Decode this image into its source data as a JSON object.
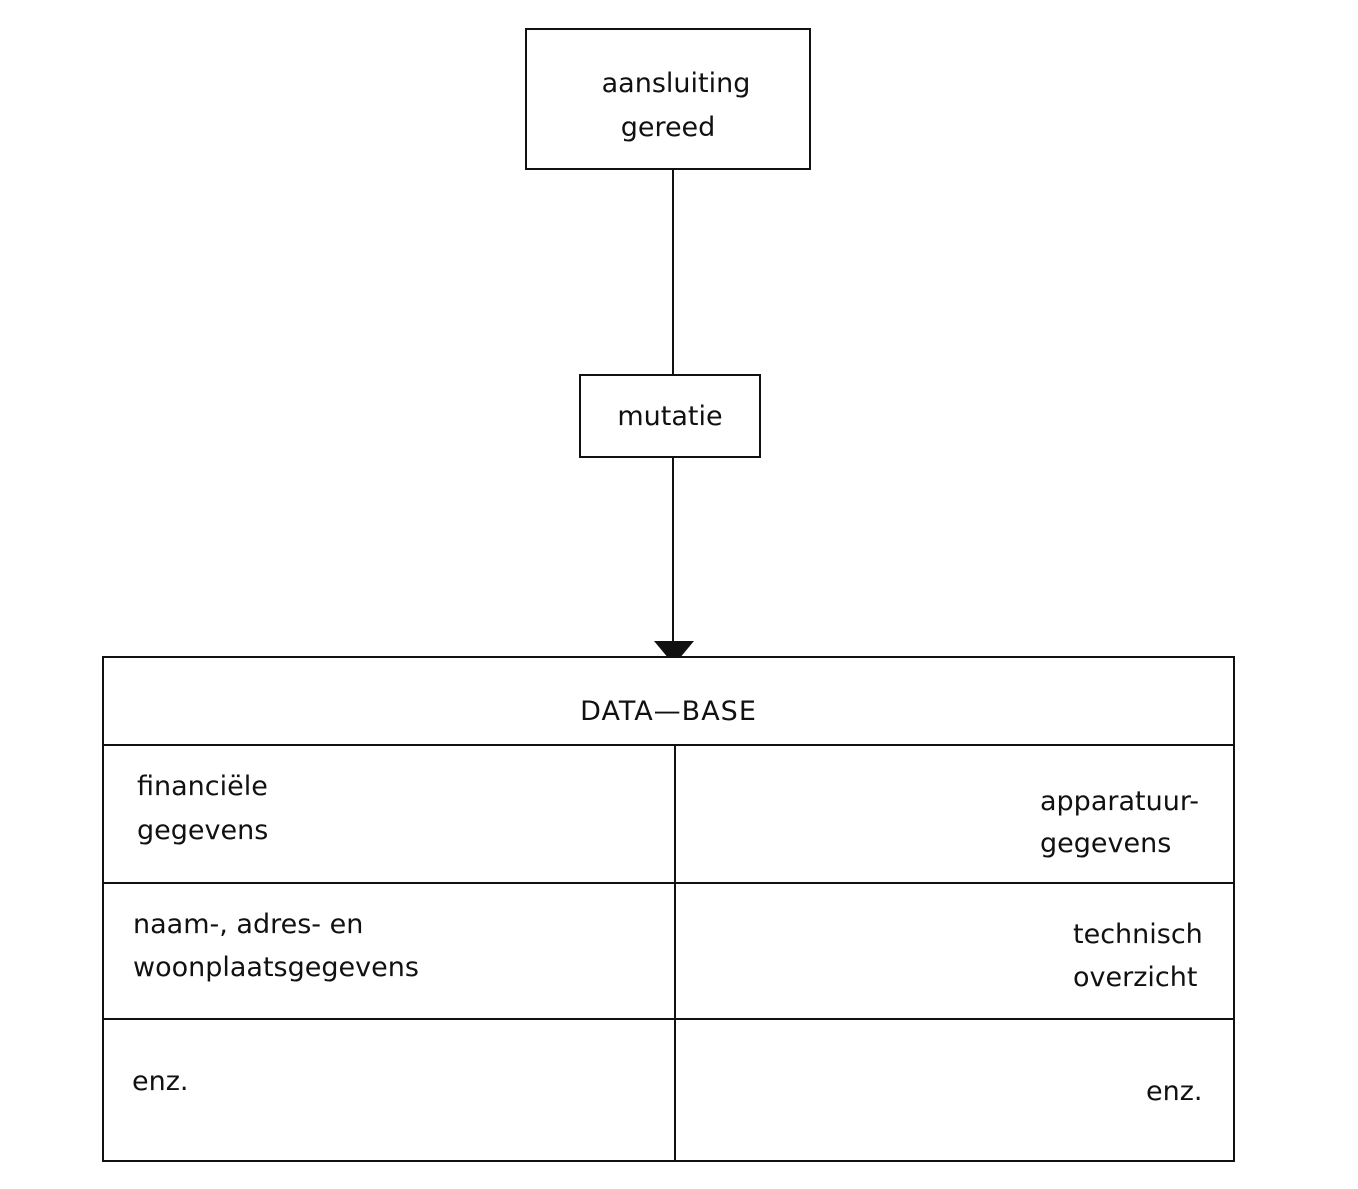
{
  "diagram": {
    "top_box": {
      "line1": "aansluiting",
      "line2": "gereed"
    },
    "middle_box": {
      "label": "mutatie"
    },
    "database": {
      "title": "DATA—BASE",
      "cells": [
        {
          "line1": "financiële",
          "line2": "gegevens"
        },
        {
          "line1": "apparatuur-",
          "line2": "gegevens"
        },
        {
          "line1": "naam-, adres- en",
          "line2": "woonplaatsgegevens"
        },
        {
          "line1": "technisch",
          "line2": "overzicht"
        },
        {
          "line1": "enz.",
          "line2": ""
        },
        {
          "line1": "enz.",
          "line2": ""
        }
      ]
    }
  }
}
